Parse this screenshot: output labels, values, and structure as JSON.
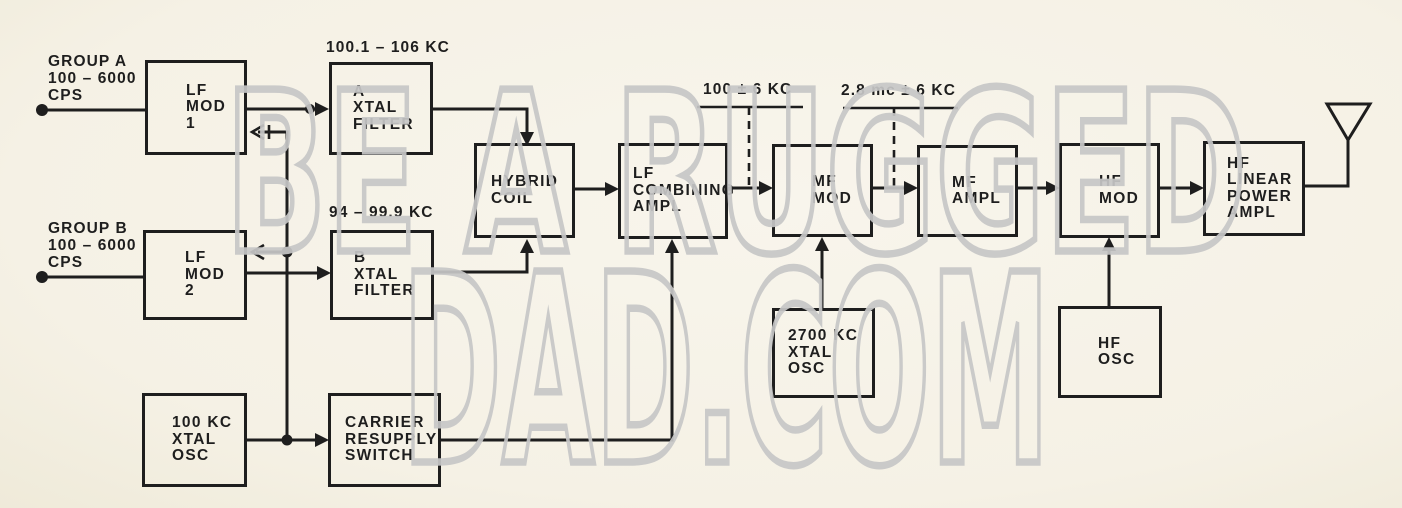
{
  "palette": {
    "background": "#f6f2e7",
    "ink": "#1e1e1e",
    "watermark": "#c7c7c7"
  },
  "watermark": {
    "line1": "BE A RUGGED",
    "line2": "DAD.COM"
  },
  "inputs": {
    "group_a": {
      "lines": [
        "GROUP A",
        "100 – 6000",
        "CPS"
      ]
    },
    "group_b": {
      "lines": [
        "GROUP B",
        "100 – 6000",
        "CPS"
      ]
    }
  },
  "frequency_labels": {
    "a_filter": "100.1 – 106 KC",
    "b_filter": "94 – 99.9 KC",
    "lf_output": "100 ± 6 KC",
    "mf_output": "2.8 mc ± 6 KC"
  },
  "blocks": {
    "lf_mod_1": {
      "lines": [
        "LF",
        "MOD",
        "1"
      ]
    },
    "a_xtal_filter": {
      "lines": [
        "A",
        "XTAL",
        "FILTER"
      ]
    },
    "lf_mod_2": {
      "lines": [
        "LF",
        "MOD",
        "2"
      ]
    },
    "b_xtal_filter": {
      "lines": [
        "B",
        "XTAL",
        "FILTER"
      ]
    },
    "xtal_osc_100kc": {
      "lines": [
        "100 KC",
        "XTAL",
        "OSC"
      ]
    },
    "carrier_resupply_switch": {
      "lines": [
        "CARRIER",
        "RESUPPLY",
        "SWITCH"
      ]
    },
    "hybrid_coil": {
      "lines": [
        "HYBRID",
        "COIL"
      ]
    },
    "lf_combining_ampl": {
      "lines": [
        "LF",
        "COMBINING",
        "AMPL"
      ]
    },
    "mf_mod": {
      "lines": [
        "MF",
        "MOD"
      ]
    },
    "mf_ampl": {
      "lines": [
        "MF",
        "AMPL"
      ]
    },
    "hf_mod": {
      "lines": [
        "HF",
        "MOD"
      ]
    },
    "hf_linear_power_ampl": {
      "lines": [
        "HF",
        "LINEAR",
        "POWER",
        "AMPL"
      ]
    },
    "xtal_osc_2700kc": {
      "lines": [
        "2700 KC",
        "XTAL",
        "OSC"
      ]
    },
    "hf_osc": {
      "lines": [
        "HF",
        "OSC"
      ]
    }
  }
}
